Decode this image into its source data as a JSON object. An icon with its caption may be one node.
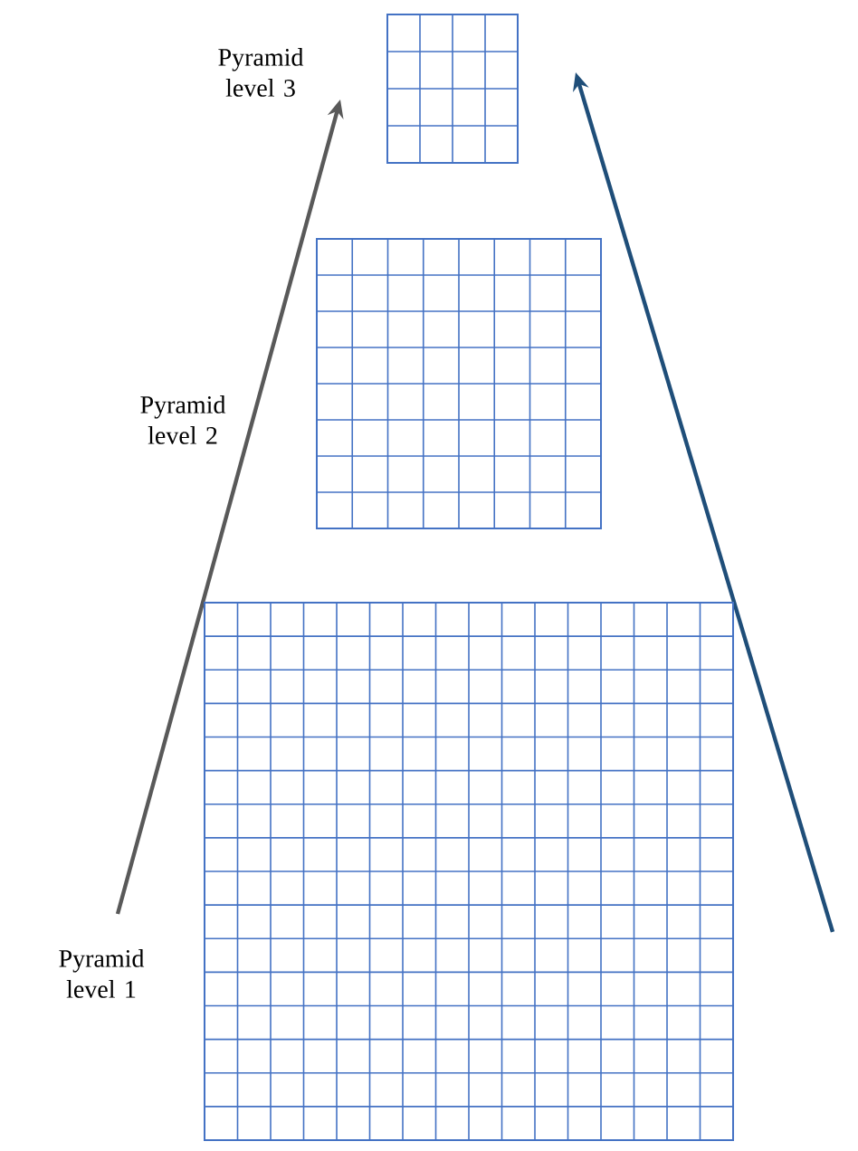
{
  "diagram": {
    "nodes": [
      {
        "text": [],
        "shape": "grid",
        "beside": [
          "Pyramid level 3"
        ]
      },
      {
        "text": [],
        "shape": "grid",
        "beside": [
          "Pyramid level 2"
        ]
      },
      {
        "text": [],
        "shape": "grid",
        "beside": [
          "Pyramid level 1"
        ]
      }
    ]
  }
}
